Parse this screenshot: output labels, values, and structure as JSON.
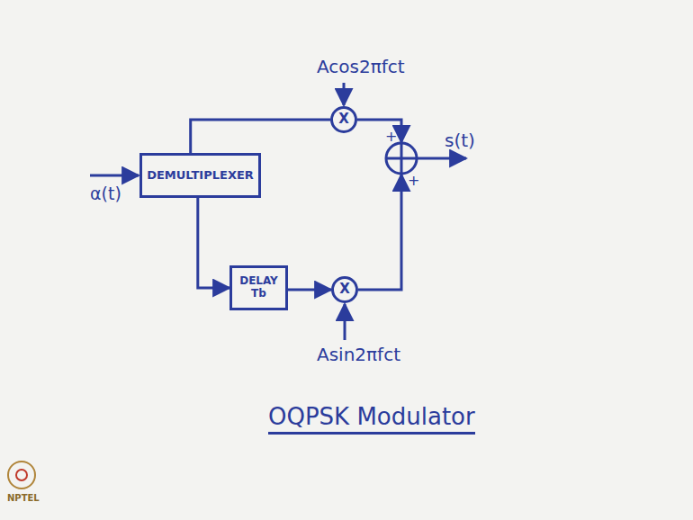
{
  "diagram": {
    "nodes": [
      {
        "text": [
          "DEMULTIPLEXER"
        ]
      },
      {
        "text": [
          "X"
        ]
      },
      {
        "text": [
          "DELAY",
          "Tb"
        ]
      },
      {
        "text": [
          "X"
        ]
      }
    ],
    "edges": [
      {
        "from": 0,
        "to": 1,
        "arrow": "none"
      },
      {
        "from": 0,
        "to": 2,
        "arrow": "to"
      },
      {
        "from": 2,
        "to": 3,
        "arrow": "to"
      }
    ],
    "labels": [
      "Acos2πfct",
      "+",
      "s(t)",
      "α(t)",
      "+",
      "Asin2πfct",
      "OQPSK Modulator",
      "NPTEL"
    ]
  }
}
